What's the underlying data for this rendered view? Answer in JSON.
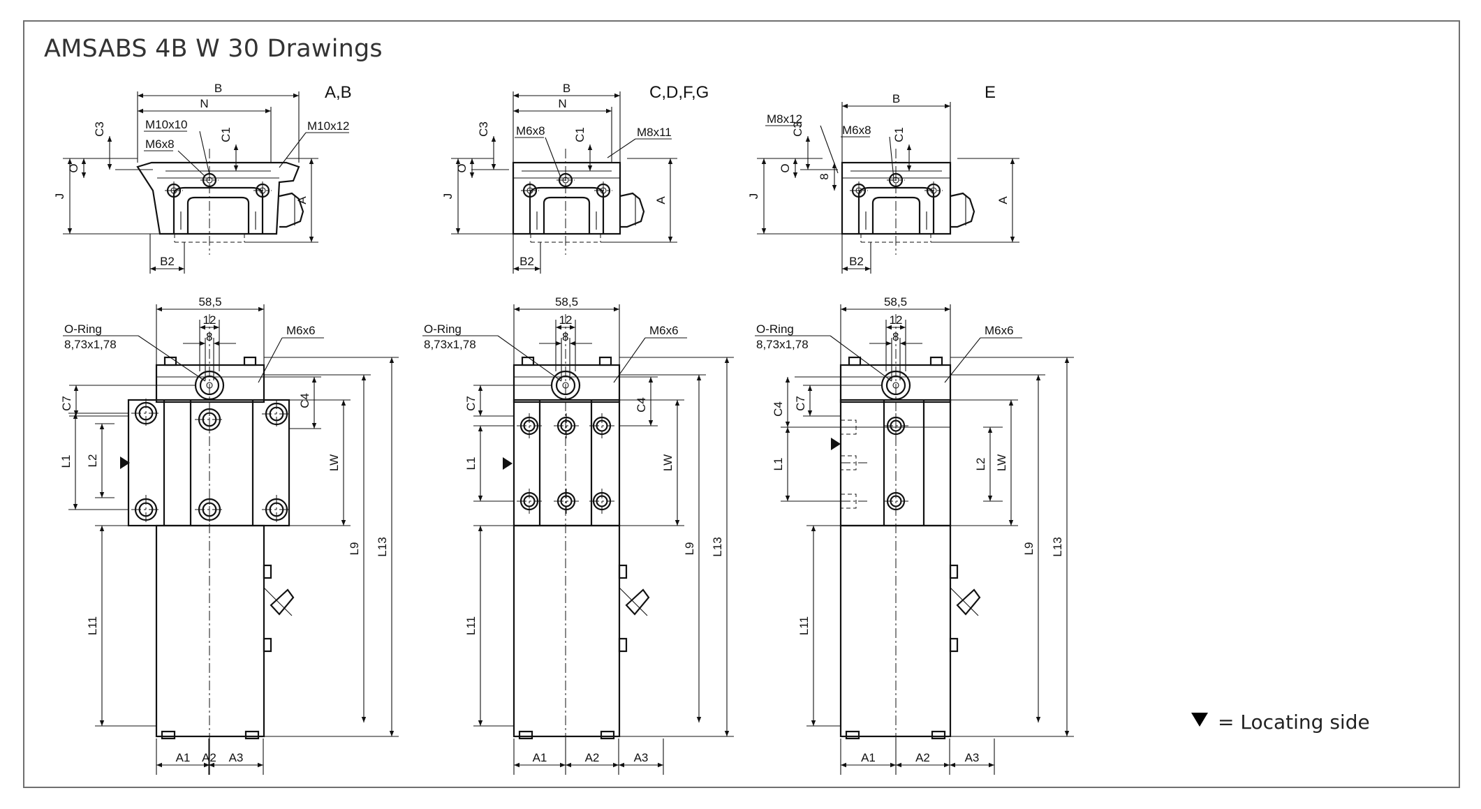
{
  "title": "AMSABS 4B W 30 Drawings",
  "legend": {
    "symbol": "▼",
    "text": "= Locating side"
  },
  "variants": [
    {
      "name": "A,B",
      "end_labels": {
        "B": "B",
        "N": "N",
        "C3": "C3",
        "C1": "C1",
        "O": "O",
        "J": "J",
        "A": "A",
        "B2": "B2"
      },
      "threads": [
        "M10x10",
        "M6x8",
        "M10x12"
      ]
    },
    {
      "name": "C,D,F,G",
      "end_labels": {
        "B": "B",
        "N": "N",
        "C3": "C3",
        "C1": "C1",
        "O": "O",
        "J": "J",
        "A": "A",
        "B2": "B2"
      },
      "threads": [
        "M6x8",
        "M8x11"
      ]
    },
    {
      "name": "E",
      "end_labels": {
        "B": "B",
        "C3": "C3",
        "C1": "C1",
        "O": "O",
        "J": "J",
        "A": "A",
        "B2": "B2",
        "eight": "8"
      },
      "threads": [
        "M8x12",
        "M6x8"
      ]
    }
  ],
  "top_view": {
    "width_585": "58,5",
    "width_12": "12",
    "width_8": "8",
    "oring_label": "O-Ring",
    "oring_size": "8,73x1,78",
    "port_thread": "M6x6",
    "C7": "C7",
    "C4": "C4",
    "L1": "L1",
    "L2": "L2",
    "LW": "LW",
    "L9": "L9",
    "L13": "L13",
    "L11": "L11",
    "A1": "A1",
    "A2": "A2",
    "A3": "A3"
  }
}
